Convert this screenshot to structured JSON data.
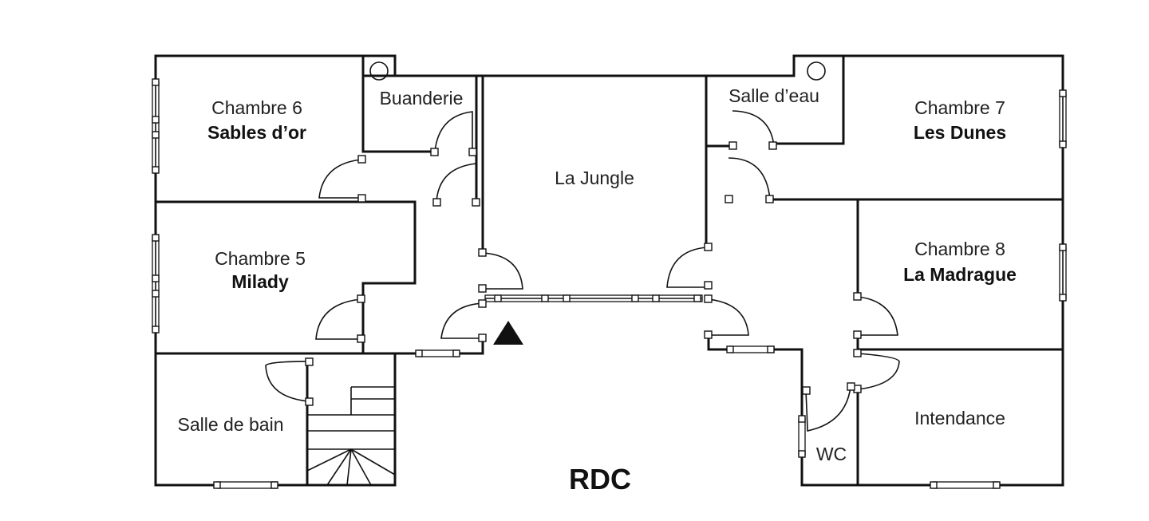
{
  "plan": {
    "title": "RDC",
    "rooms": {
      "chambre6": {
        "label": "Chambre 6",
        "name": "Sables d’or"
      },
      "buanderie": {
        "label": "Buanderie"
      },
      "jungle": {
        "label": "La Jungle"
      },
      "salle_eau": {
        "label": "Salle d’eau"
      },
      "chambre7": {
        "label": "Chambre 7",
        "name": "Les Dunes"
      },
      "chambre5": {
        "label": "Chambre 5",
        "name": "Milady"
      },
      "chambre8": {
        "label": "Chambre 8",
        "name": "La Madrague"
      },
      "salle_bain": {
        "label": "Salle de bain"
      },
      "intendance": {
        "label": "Intendance"
      },
      "wc": {
        "label": "WC"
      }
    }
  }
}
